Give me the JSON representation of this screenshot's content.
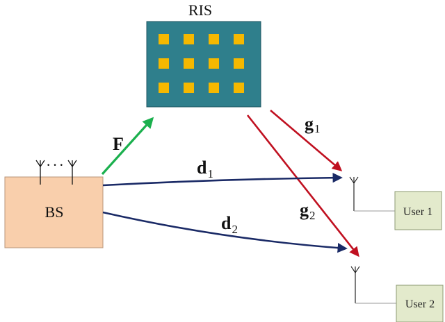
{
  "ris": {
    "label": "RIS",
    "element_rows": 3,
    "element_cols": 4
  },
  "bs": {
    "label": "BS",
    "antenna_dots": "···"
  },
  "users": [
    {
      "label": "User 1"
    },
    {
      "label": "User 2"
    }
  ],
  "channels": {
    "F": {
      "symbol": "F"
    },
    "g1": {
      "symbol": "g",
      "sub": "1"
    },
    "g2": {
      "symbol": "g",
      "sub": "2"
    },
    "d1": {
      "symbol": "d",
      "sub": "1"
    },
    "d2": {
      "symbol": "d",
      "sub": "2"
    }
  },
  "colors": {
    "bs_fill": "#f9cfac",
    "bs_stroke": "#b8957a",
    "ris_fill": "#2f7f8c",
    "ris_stroke": "#1f5560",
    "ris_element": "#f5b800",
    "user_fill": "#e3eacc",
    "user_stroke": "#8e9b73",
    "arrow_green": "#1bb04e",
    "arrow_red": "#c01020",
    "arrow_blue": "#1a2a66"
  }
}
